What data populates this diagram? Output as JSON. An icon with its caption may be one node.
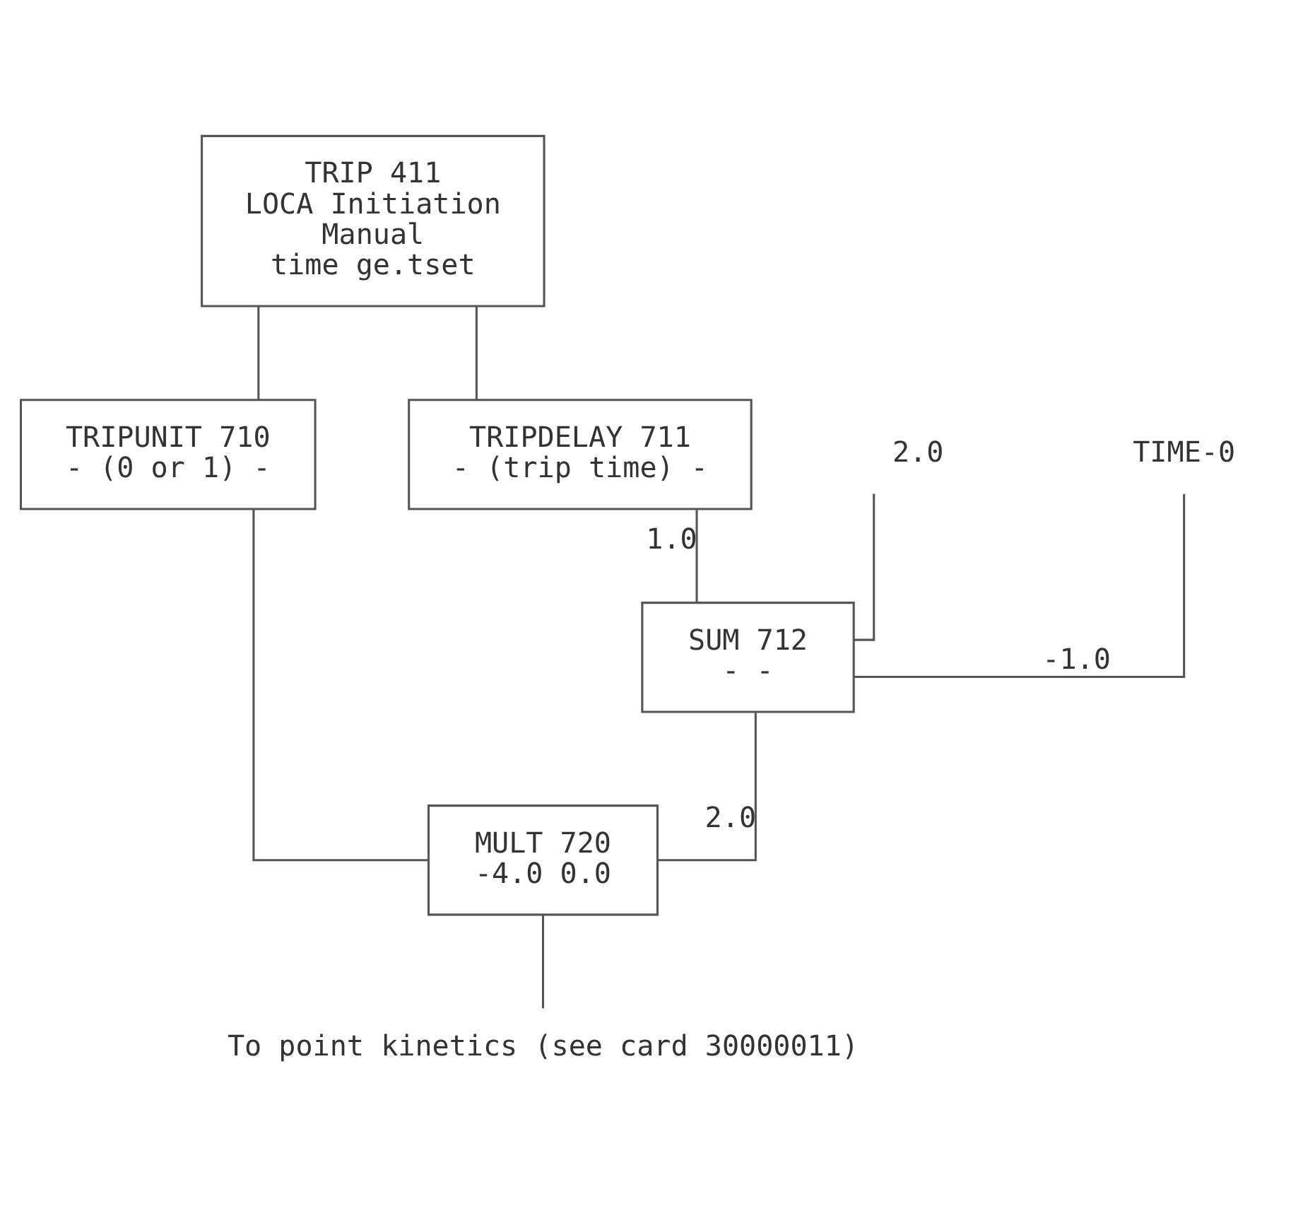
{
  "diagram": {
    "nodes": [
      {
        "text": [
          "TRIP 411",
          "LOCA Initiation",
          "Manual",
          "time ge.tset"
        ]
      },
      {
        "text": [
          "TRIPUNIT 710",
          "- (0 or 1) -"
        ]
      },
      {
        "text": [
          "TRIPDELAY 711",
          "- (trip time) -"
        ]
      },
      {
        "text": [
          "2.0"
        ]
      },
      {
        "text": [
          "TIME-0"
        ]
      },
      {
        "text": [
          "SUM 712",
          "- -"
        ]
      },
      {
        "text": [
          "MULT 720",
          "-4.0 0.0"
        ]
      },
      {
        "text": [
          "To point kinetics (see card 30000011)"
        ]
      }
    ],
    "edges": [
      {
        "from": 0,
        "to": 1,
        "arrow": "none"
      },
      {
        "from": 0,
        "to": 2,
        "arrow": "none"
      },
      {
        "from": 2,
        "to": 5,
        "arrow": "none",
        "label": "1.0"
      },
      {
        "from": 3,
        "to": 5,
        "arrow": "none"
      },
      {
        "from": 4,
        "to": 5,
        "arrow": "none",
        "label": "-1.0"
      },
      {
        "from": 1,
        "to": 6,
        "arrow": "none"
      },
      {
        "from": 5,
        "to": 6,
        "arrow": "none",
        "label": "2.0"
      },
      {
        "from": 6,
        "to": 7,
        "arrow": "none"
      }
    ]
  }
}
